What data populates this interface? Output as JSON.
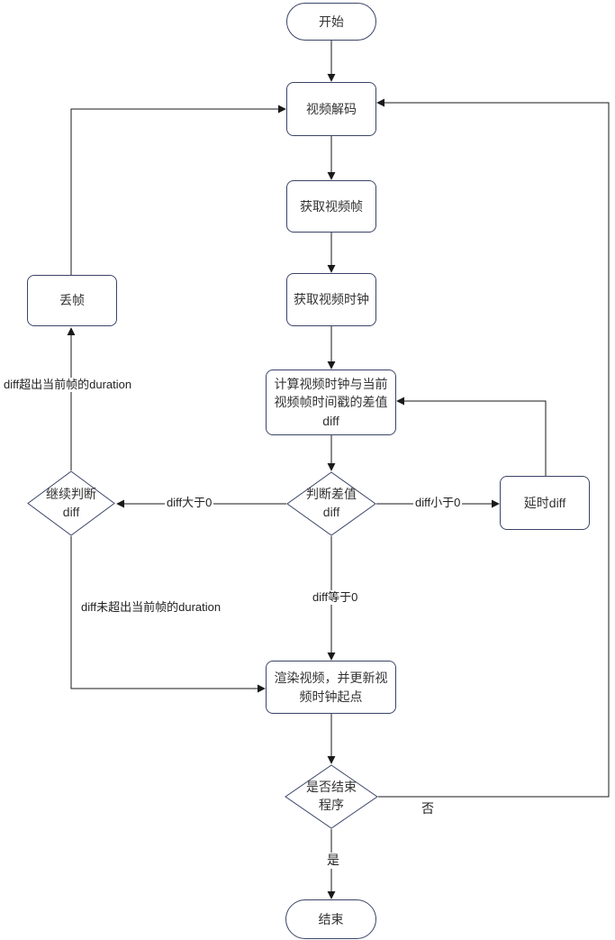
{
  "diagram": {
    "type": "flowchart",
    "topic": "video playback clock sync flow",
    "colors": {
      "node_border": "#3b4468",
      "edge_line": "#1a1a1a",
      "text": "#333333",
      "background": "#ffffff"
    },
    "nodes": {
      "start": {
        "label": "开始",
        "shape": "terminal"
      },
      "decode": {
        "label": "视频解码",
        "shape": "process"
      },
      "get_frame": {
        "label": "获取视频帧",
        "shape": "process"
      },
      "get_clock": {
        "label": "获取视频时钟",
        "shape": "process"
      },
      "calc_diff": {
        "label": "计算视频时钟与当前视频帧时间戳的差值diff",
        "shape": "process"
      },
      "judge_diff": {
        "label": "判断差值 diff",
        "shape": "decision"
      },
      "continue_judge": {
        "label": "继续判断 diff",
        "shape": "decision"
      },
      "delay_diff": {
        "label": "延时diff",
        "shape": "process"
      },
      "drop_frame": {
        "label": "丢帧",
        "shape": "process"
      },
      "render": {
        "label": "渲染视频，并更新视频时钟起点",
        "shape": "process"
      },
      "end_check": {
        "label": "是否结束程序",
        "shape": "decision"
      },
      "end": {
        "label": "结束",
        "shape": "terminal"
      }
    },
    "edge_labels": {
      "gt0": "diff大于0",
      "lt0": "diff小于0",
      "eq0": "diff等于0",
      "exceed": "diff超出当前帧的duration",
      "not_exceed": "diff未超出当前帧的duration",
      "no": "否",
      "yes": "是"
    }
  }
}
